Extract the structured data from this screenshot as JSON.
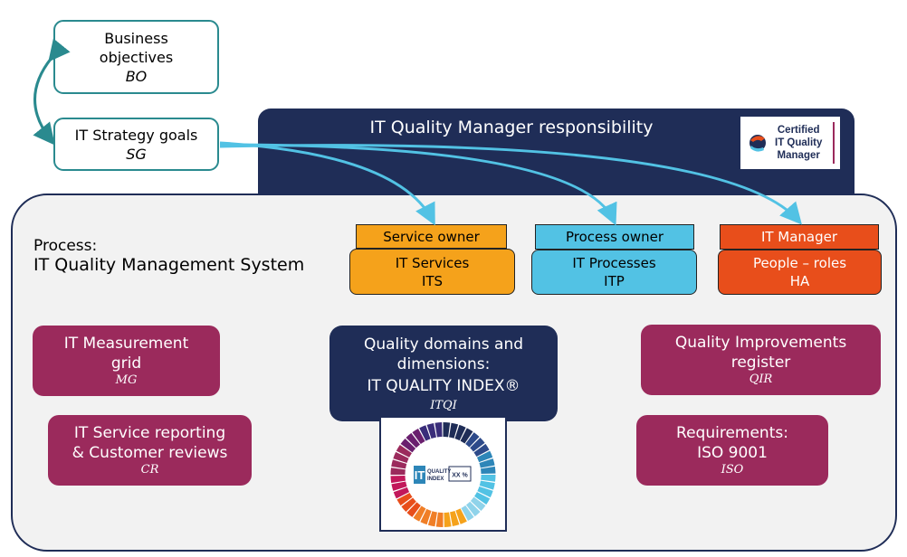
{
  "top": {
    "business_objectives": {
      "line1": "Business",
      "line2": "objectives",
      "abbr": "BO"
    },
    "it_strategy_goals": {
      "label": "IT Strategy goals",
      "abbr": "SG"
    }
  },
  "responsibility": {
    "title": "IT Quality Manager responsibility",
    "logo": {
      "line1": "Certified",
      "line2": "IT Quality",
      "line3": "Manager"
    }
  },
  "process": {
    "line1": "Process:",
    "line2": "IT Quality Management System"
  },
  "owners": [
    {
      "tab": "Service owner",
      "line1": "IT Services",
      "line2": "ITS",
      "tab_color": "#f5a21b",
      "card_color": "#f5a21b"
    },
    {
      "tab": "Process owner",
      "line1": "IT Processes",
      "line2": "ITP",
      "tab_color": "#52c2e4",
      "card_color": "#52c2e4"
    },
    {
      "tab": "IT Manager",
      "line1": "People – roles",
      "line2": "HA",
      "tab_color": "#e84e1b",
      "card_color": "#e84e1b"
    }
  ],
  "cards": {
    "measurement": {
      "line1": "IT Measurement",
      "line2": "grid",
      "abbr": "MG"
    },
    "reporting": {
      "line1": "IT Service reporting",
      "line2": "& Customer reviews",
      "abbr": "CR"
    },
    "itqi": {
      "line1": "Quality domains and",
      "line2": "dimensions:",
      "line3": "IT QUALITY INDEX®",
      "abbr": "ITQI"
    },
    "improvements": {
      "line1": "Quality Improvements",
      "line2": "register",
      "abbr": "QIR"
    },
    "requirements": {
      "line1": "Requirements:",
      "line2": "ISO 9001",
      "abbr": "ISO"
    }
  },
  "wheel_logo": {
    "it": "IT",
    "quality": "QUALITY",
    "index": "INDEX",
    "pct": "XX %"
  },
  "colors": {
    "navy": "#1f2d57",
    "teal": "#2a8a8f",
    "maroon": "#9b2a5c",
    "arrow_blue": "#52c2e4",
    "orange": "#f5a21b",
    "red": "#e84e1b"
  }
}
